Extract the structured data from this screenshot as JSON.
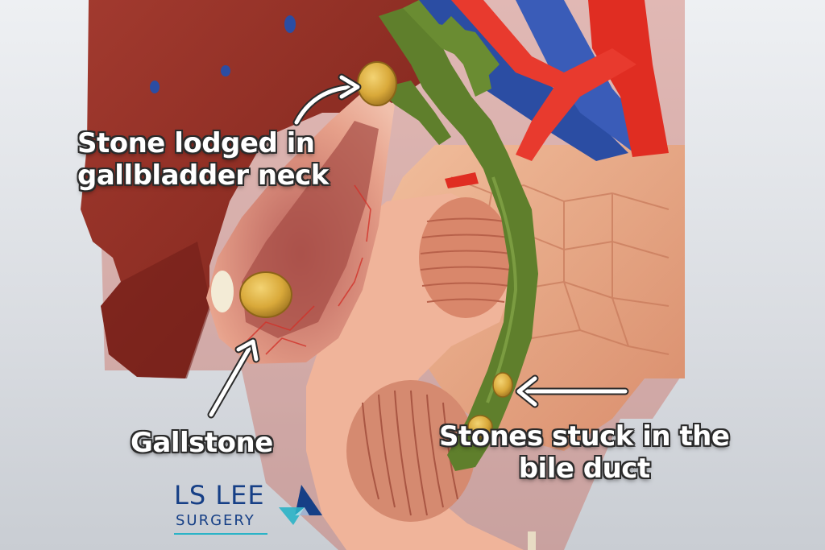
{
  "labels": {
    "stone_neck": [
      "Stone lodged in",
      "gallbladder neck"
    ],
    "gallstone": "Gallstone",
    "bile_duct": [
      "Stones stuck in the",
      "bile duct"
    ]
  },
  "logo": {
    "line1": "LS LEE",
    "line2": "SURGERY",
    "colors": {
      "text": "#163f86",
      "accent": "#2bb3c7"
    }
  },
  "colors": {
    "liver": "#8e2a22",
    "gallbladder": "#e6a08a",
    "bile_duct": "#5f7f2c",
    "vein": "#2b4da3",
    "artery": "#e02d22",
    "stone": "#d9a93a",
    "pancreas": "#e9a985",
    "duodenum": "#f0b49a"
  }
}
